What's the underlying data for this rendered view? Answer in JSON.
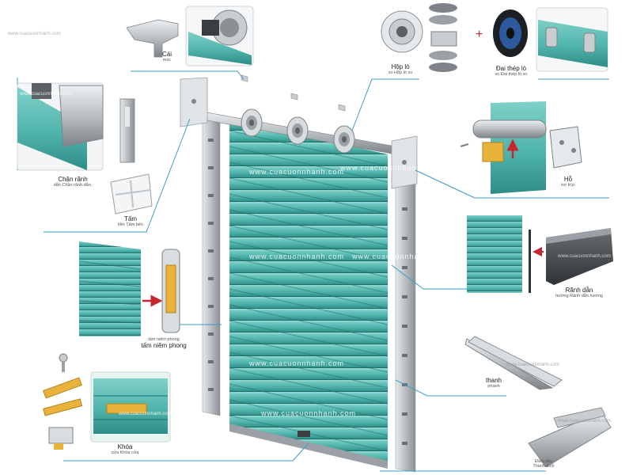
{
  "watermarks": {
    "main_1": "www.cuacuonnhanh.com",
    "main_2": "www.cuacuonnhanh.com",
    "main_3": "www.cuacuonnhanh.com",
    "main_4": "www.cuacuonnhanh.com",
    "main_5": "www.cuacuonnhanh.com",
    "main_6": "www.cuacuonnhanh.com",
    "top_left": "www.cuacuonnhanh.com",
    "inset_left": "www.cuacuonnhanh.com",
    "rail_inset": "www.cuacuonnhanh.com",
    "bar_inset": "www.cuacuonnhanh.com",
    "bottom_inset": "www.cuacuonnhanh.com",
    "lock_inset": "www.cuacuonnhanh.com"
  },
  "labels": {
    "hook": {
      "main": "Cái",
      "sub": "móc"
    },
    "box": {
      "main": "Hộp lò",
      "sub": "xo Hộp lò xo"
    },
    "spring": {
      "main": "Đai thép lò",
      "sub": "xo Đai thép lò xo"
    },
    "rail_stop": {
      "main": "Chặn rãnh",
      "sub": "dẫn Chặn rãnh dẫn."
    },
    "plate": {
      "main": "Tấm",
      "sub": "tiền Tấm bên"
    },
    "shaft_support": {
      "main": "Hỗ",
      "sub": "trợ trục"
    },
    "guide_rail": {
      "main": "Rãnh dẫn",
      "sub": "hướng Rãnh dẫn hướng"
    },
    "seal_plate": {
      "main": "tấm niêm phong",
      "sub": "tấm niêm phong"
    },
    "bar": {
      "main": "thanh",
      "sub": "phanh"
    },
    "lock": {
      "main": "Khóa",
      "sub": "cửa Khóa cửa"
    },
    "bottom_bar": {
      "main": "Thanh cuối",
      "sub": "Đầm đáy"
    }
  },
  "colors": {
    "teal": "#4fb4ac",
    "teal_dark": "#2f8c86",
    "teal_light": "#7fd0c8",
    "metal": "#b9bec2",
    "metal_dark": "#7d8388",
    "leader": "#3a9cc8",
    "arrow_red": "#c8262e"
  },
  "icons": [
    "hook-icon",
    "spring-box-icon",
    "steel-band-icon",
    "lock-icon",
    "key-icon",
    "shaft-support-icon"
  ]
}
